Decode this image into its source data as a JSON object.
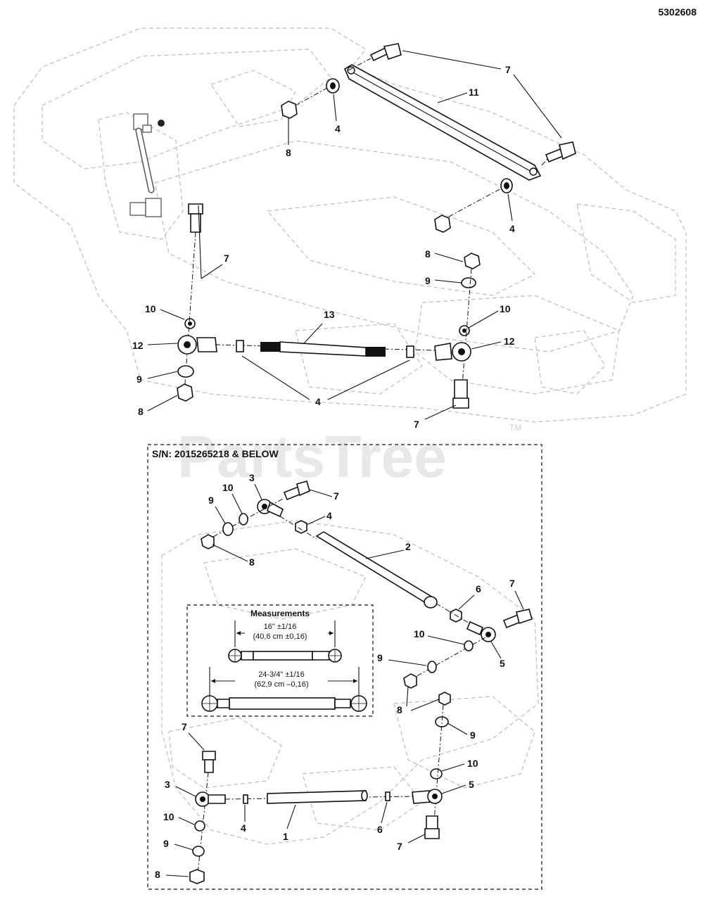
{
  "diagram_id": "5302608",
  "watermark": {
    "text": "PartsTree",
    "tm": "TM"
  },
  "detail_header": "S/N: 2015265218 & BELOW",
  "measurements": {
    "title": "Measurements",
    "short_value": "16\" ±1/16",
    "short_metric": "(40,6 cm ±0,16)",
    "long_value": "24-3/4\" ±1/16",
    "long_metric": "(62,9 cm –0,16)"
  },
  "callouts": [
    "1",
    "2",
    "3",
    "4",
    "5",
    "6",
    "7",
    "8",
    "9",
    "10",
    "11",
    "12",
    "13"
  ]
}
